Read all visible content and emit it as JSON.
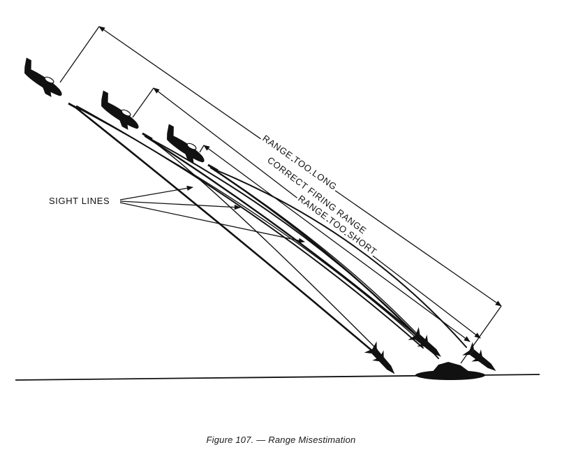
{
  "labels": {
    "sight_lines": "SIGHT LINES",
    "range_too_long": "RANGE TOO LONG",
    "correct_firing_range": "CORRECT FIRING RANGE",
    "range_too_short": "RANGE TOO SHORT"
  },
  "caption": "Figure 107. — Range Misestimation",
  "colors": {
    "ink": "#111111",
    "background": "#ffffff"
  }
}
